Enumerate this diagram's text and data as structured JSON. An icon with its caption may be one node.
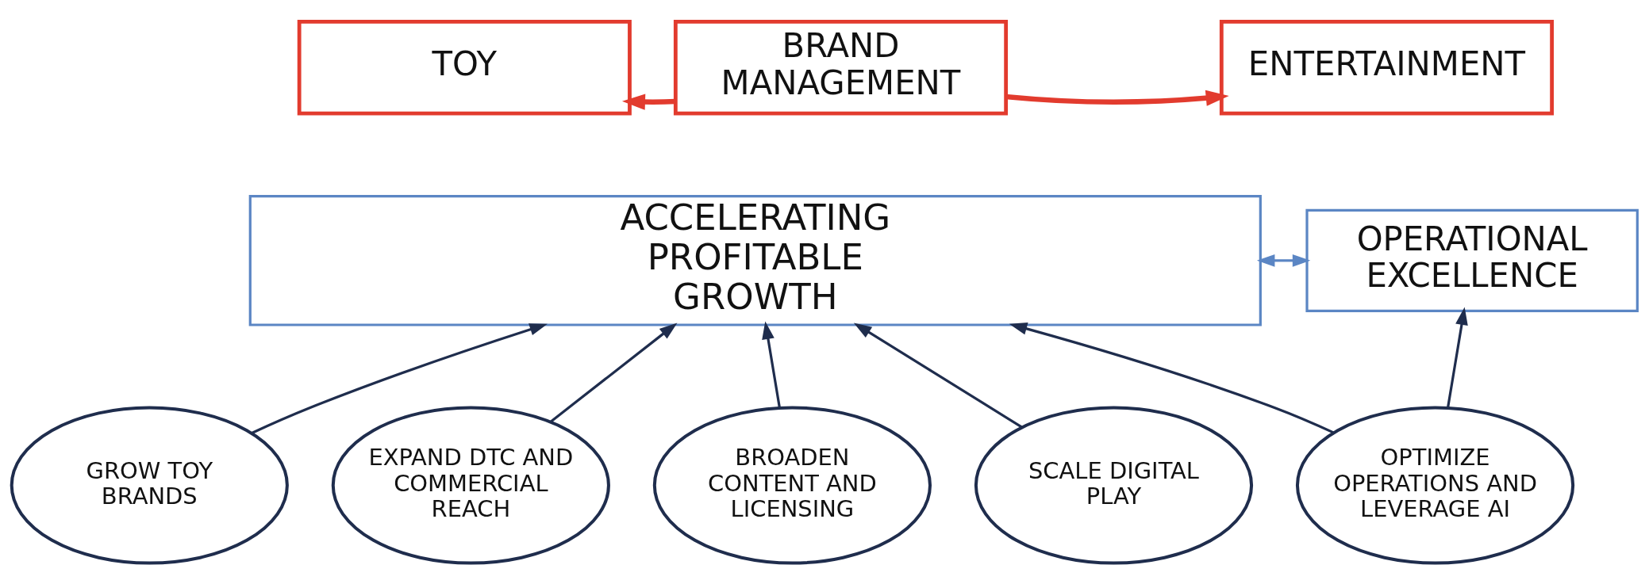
{
  "diagram": {
    "nodes": [
      {
        "text": [
          "TOY"
        ]
      },
      {
        "text": [
          "BRAND MANAGEMENT"
        ]
      },
      {
        "text": [
          "ENTERTAINMENT"
        ]
      },
      {
        "text": [
          "ACCELERATING PROFITABLE GROWTH"
        ]
      },
      {
        "text": [
          "OPERATIONAL EXCELLENCE"
        ]
      },
      {
        "text": [
          "GROW TOY BRANDS"
        ]
      },
      {
        "text": [
          "EXPAND DTC AND COMMERCIAL REACH"
        ]
      },
      {
        "text": [
          "BROADEN CONTENT AND LICENSING"
        ]
      },
      {
        "text": [
          "SCALE DIGITAL PLAY"
        ]
      },
      {
        "text": [
          "OPTIMIZE OPERATIONS AND LEVERAGE AI"
        ]
      }
    ],
    "edges": [
      {
        "from": 1,
        "to": 0,
        "arrow": "to",
        "color": "#e23b2e",
        "style": "thick"
      },
      {
        "from": 1,
        "to": 2,
        "arrow": "to",
        "color": "#e23b2e",
        "style": "thick"
      },
      {
        "from": 3,
        "to": 4,
        "arrow": "both",
        "color": "#5b86c4"
      },
      {
        "from": 5,
        "to": 3,
        "arrow": "to"
      },
      {
        "from": 6,
        "to": 3,
        "arrow": "to"
      },
      {
        "from": 7,
        "to": 3,
        "arrow": "to"
      },
      {
        "from": 8,
        "to": 3,
        "arrow": "to"
      },
      {
        "from": 9,
        "to": 3,
        "arrow": "to"
      },
      {
        "from": 9,
        "to": 4,
        "arrow": "to"
      }
    ]
  }
}
